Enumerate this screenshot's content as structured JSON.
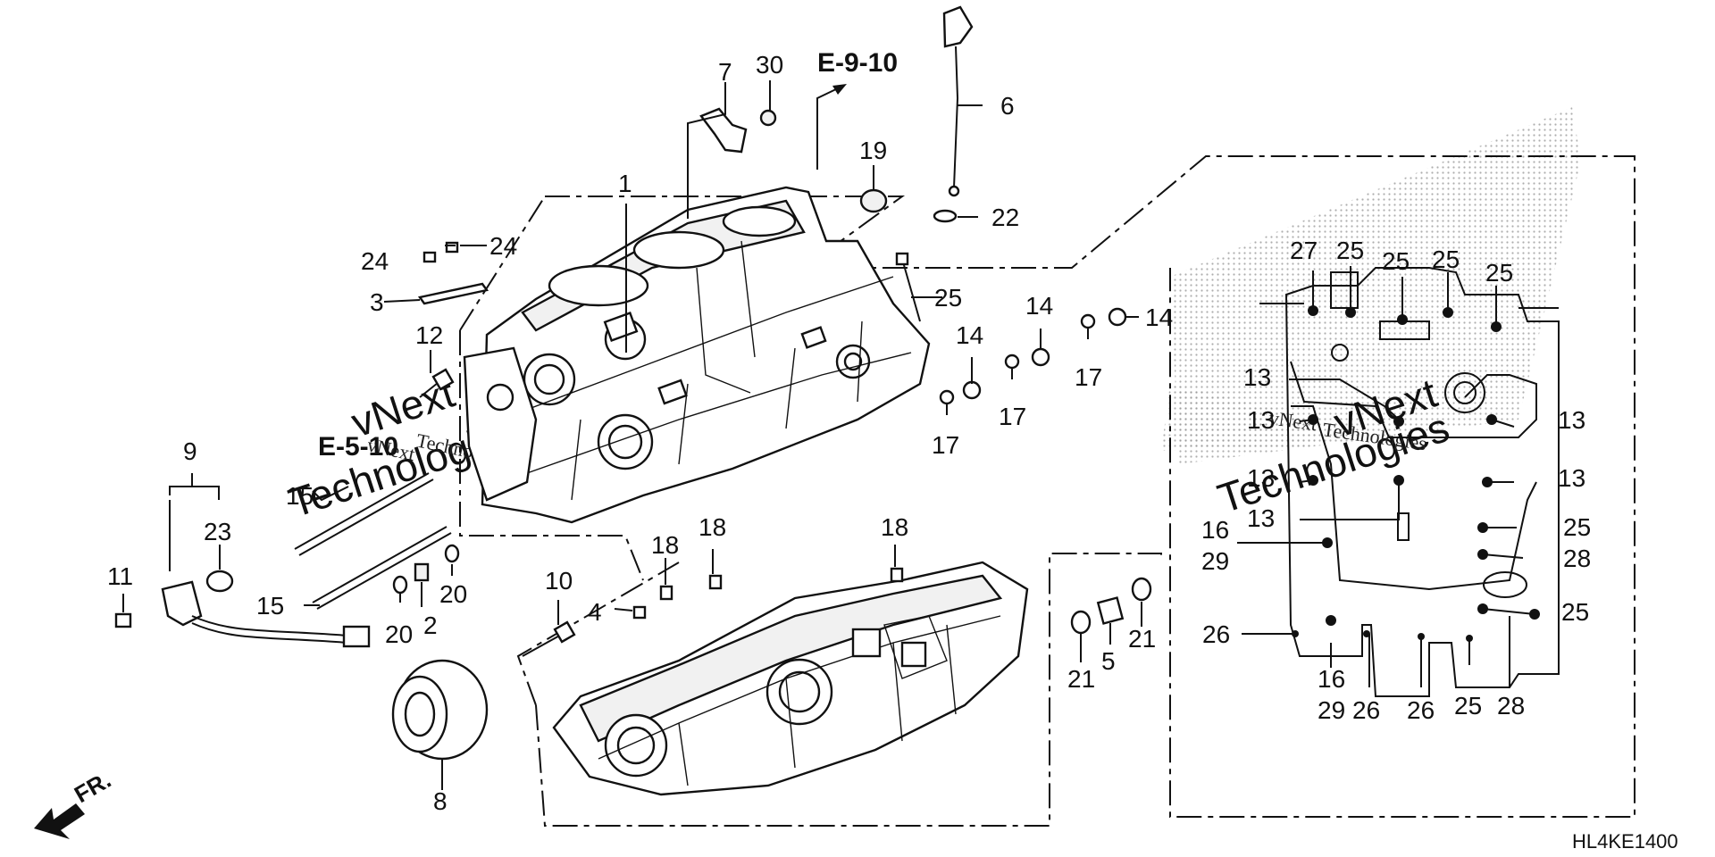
{
  "diagram": {
    "code": "HL4KE1400",
    "front_label": "FR.",
    "references": [
      {
        "id": "ref-e9",
        "text": "E-9-10"
      },
      {
        "id": "ref-e5",
        "text": "E-5-10"
      }
    ],
    "watermark": [
      "vNext",
      "Technologies"
    ],
    "callouts": [
      "1",
      "2",
      "3",
      "4",
      "5",
      "6",
      "7",
      "8",
      "9",
      "10",
      "11",
      "12",
      "13",
      "14",
      "15",
      "16",
      "17",
      "18",
      "19",
      "20",
      "21",
      "22",
      "23",
      "24",
      "25",
      "26",
      "27",
      "28",
      "29",
      "30"
    ]
  },
  "colors": {
    "ink": "#111111",
    "paper": "#ffffff",
    "watermark": "#c9c9c9",
    "stipple": "#9a9a9a"
  }
}
